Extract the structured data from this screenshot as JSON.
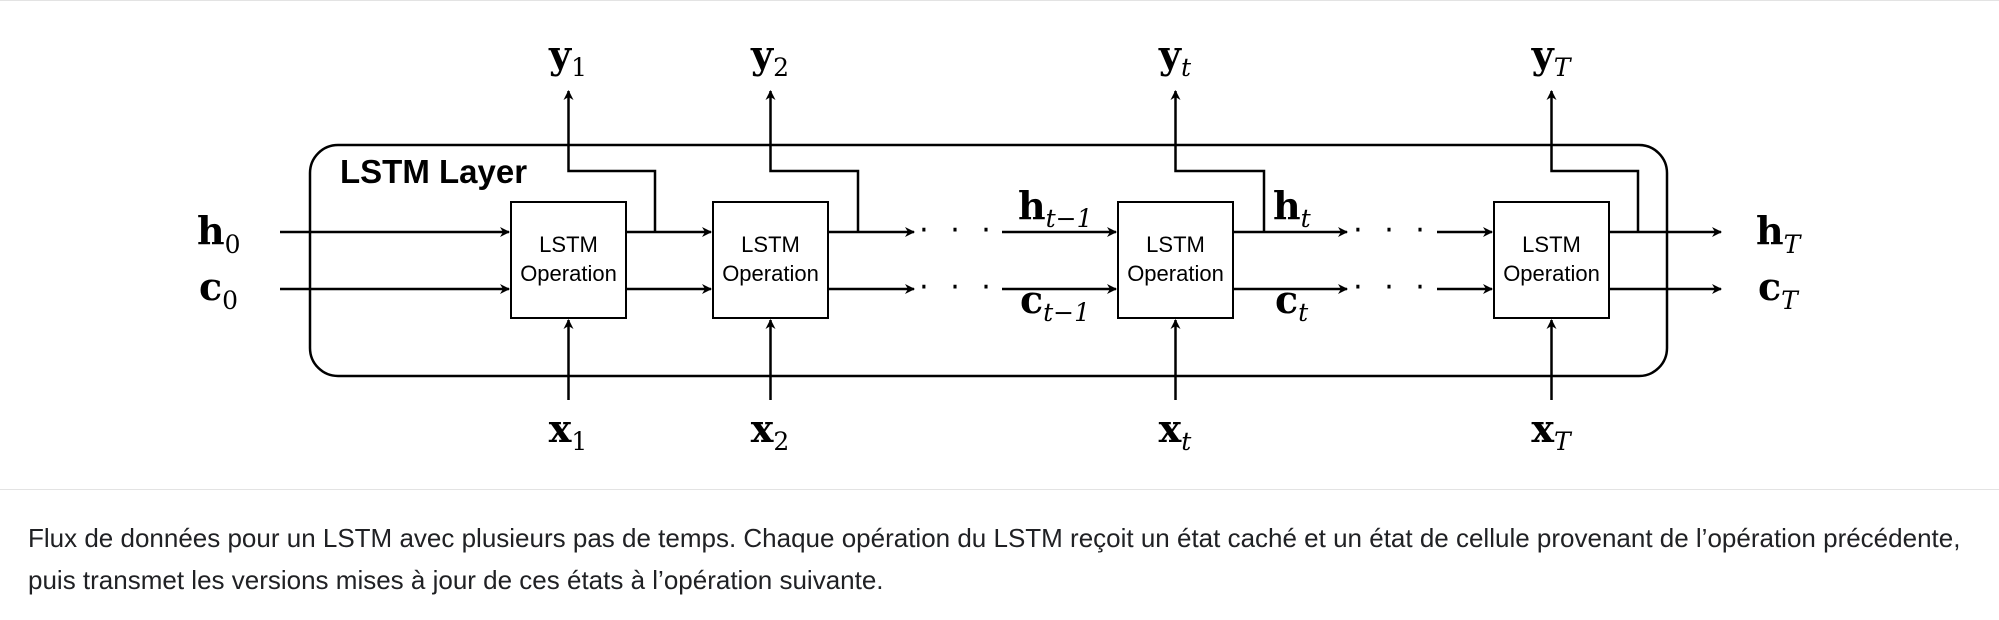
{
  "diagram": {
    "layer_title": "LSTM Layer",
    "cell_label_line1": "LSTM",
    "cell_label_line2": "Operation",
    "ellipsis": "· · ·",
    "inputs": [
      {
        "base": "x",
        "sub": "1"
      },
      {
        "base": "x",
        "sub": "2"
      },
      {
        "base": "x",
        "sub": "t"
      },
      {
        "base": "x",
        "sub": "T"
      }
    ],
    "outputs": [
      {
        "base": "y",
        "sub": "1"
      },
      {
        "base": "y",
        "sub": "2"
      },
      {
        "base": "y",
        "sub": "t"
      },
      {
        "base": "y",
        "sub": "T"
      }
    ],
    "initial_hidden": {
      "base": "h",
      "sub": "0"
    },
    "initial_cell": {
      "base": "c",
      "sub": "0"
    },
    "final_hidden": {
      "base": "h",
      "sub": "T"
    },
    "final_cell": {
      "base": "c",
      "sub": "T"
    },
    "prev_hidden": {
      "base": "h",
      "sub": "t−1"
    },
    "prev_cell": {
      "base": "c",
      "sub": "t−1"
    },
    "curr_hidden": {
      "base": "h",
      "sub": "t"
    },
    "curr_cell": {
      "base": "c",
      "sub": "t"
    }
  },
  "caption": "Flux de données pour un LSTM avec plusieurs pas de temps. Chaque opération du LSTM reçoit un état caché et un état de cellule provenant de l’opération précédente, puis transmet les versions mises à jour de ces états à l’opération suivante."
}
